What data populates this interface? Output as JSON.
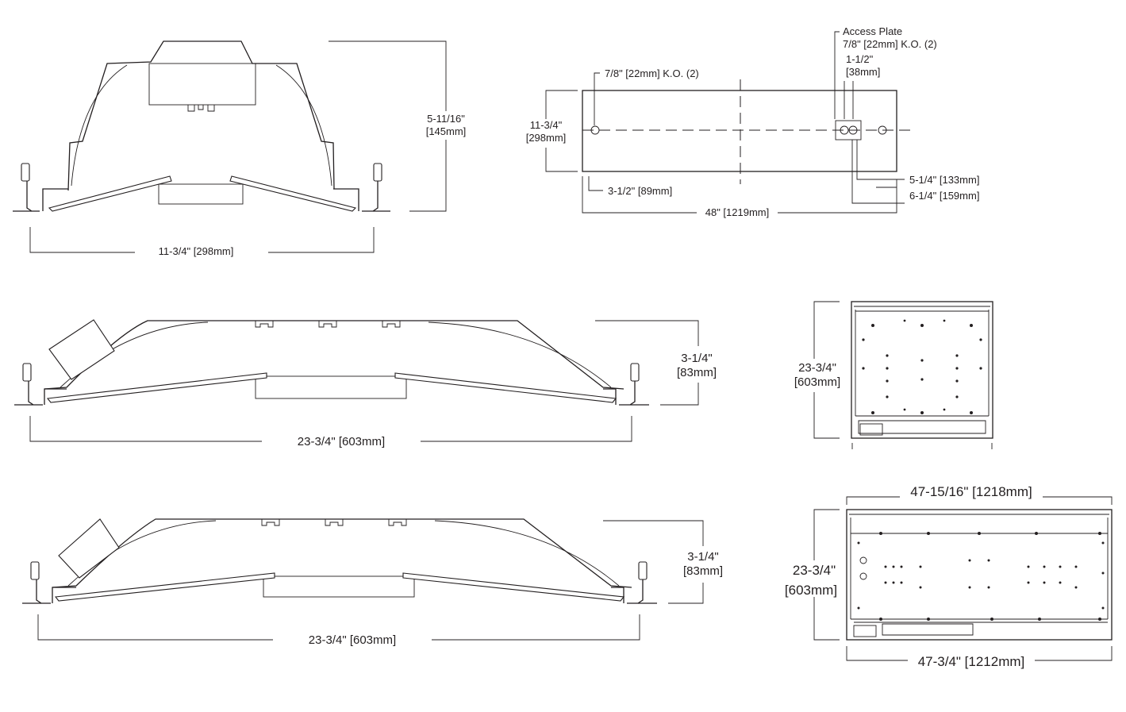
{
  "views": {
    "end_view": {
      "width_label": "11-3/4\" [298mm]",
      "height_label_1": "5-11/16\"",
      "height_label_2": "[145mm]"
    },
    "top_view": {
      "width_label_1": "11-3/4\"",
      "width_label_2": "[298mm]",
      "ko_left": "7/8\" [22mm] K.O. (2)",
      "access_plate": "Access Plate",
      "ko_right": "7/8\" [22mm] K.O. (2)",
      "spacing_1": "1-1/2\"",
      "spacing_2": "[38mm]",
      "offset_left": "3-1/2\" [89mm]",
      "length_label": "48\" [1219mm]",
      "offset_right_1": "5-1/4\" [133mm]",
      "offset_right_2": "6-1/4\" [159mm]"
    },
    "side_view_1": {
      "height_label_1": "3-1/4\"",
      "height_label_2": "[83mm]",
      "width_label": "23-3/4\" [603mm]"
    },
    "side_view_2": {
      "height_label_1": "3-1/4\"",
      "height_label_2": "[83mm]",
      "width_label": "23-3/4\" [603mm]"
    },
    "plan_2x2": {
      "height_label_1": "23-3/4\"",
      "height_label_2": "[603mm]"
    },
    "plan_2x4": {
      "top_width_label": "47-15/16\" [1218mm]",
      "height_label_1": "23-3/4\"",
      "height_label_2": "[603mm]",
      "bottom_width_label": "47-3/4\" [1212mm]"
    }
  }
}
